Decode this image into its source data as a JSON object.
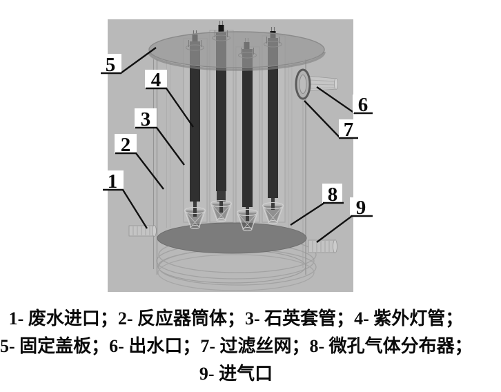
{
  "figure": {
    "photo_bg": "#b9b9b9",
    "colors": {
      "cover": "#999999",
      "gas_distributor_disc": "#7c7c7c",
      "uv_lamp": "#303030",
      "leader_line": "#111111"
    }
  },
  "diagram": {
    "labels": [
      {
        "num": "1",
        "part": "废水进口"
      },
      {
        "num": "2",
        "part": "反应器筒体"
      },
      {
        "num": "3",
        "part": "石英套管"
      },
      {
        "num": "4",
        "part": "紫外灯管"
      },
      {
        "num": "5",
        "part": "固定盖板"
      },
      {
        "num": "6",
        "part": "出水口"
      },
      {
        "num": "7",
        "part": "过滤丝网"
      },
      {
        "num": "8",
        "part": "微孔气体分布器"
      },
      {
        "num": "9",
        "part": "进气口"
      }
    ]
  },
  "caption": {
    "lines": [
      "1- 废水进口；2- 反应器筒体；3- 石英套管；4- 紫外灯管；",
      "5- 固定盖板；6- 出水口；7- 过滤丝网；8- 微孔气体分布器；",
      "9- 进气口"
    ]
  }
}
